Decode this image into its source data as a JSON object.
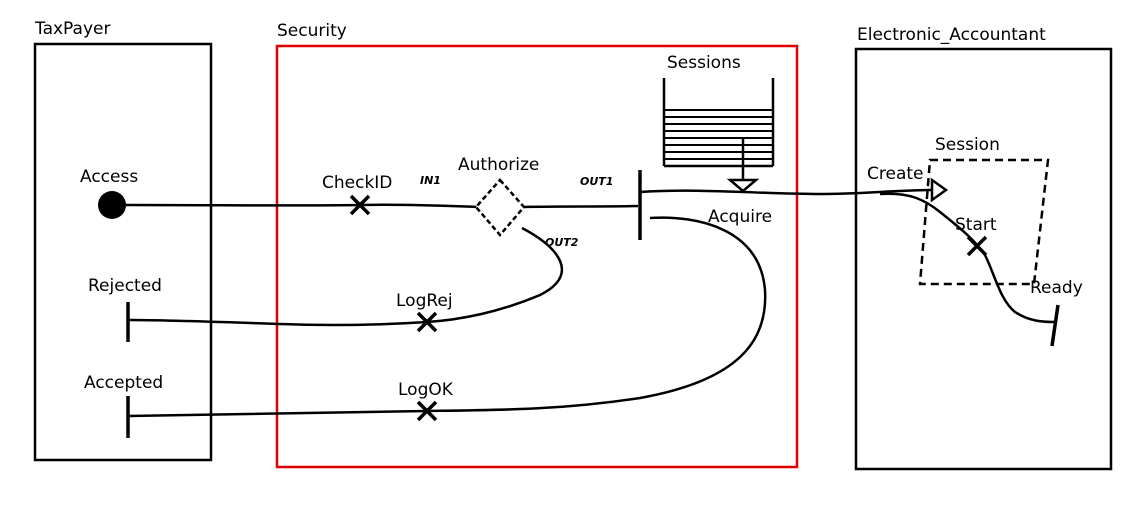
{
  "components": {
    "taxpayer": {
      "label": "TaxPayer"
    },
    "security": {
      "label": "Security",
      "color": "#e00000"
    },
    "electronic_accountant": {
      "label": "Electronic_Accountant"
    }
  },
  "taxpayer_points": {
    "access": "Access",
    "rejected": "Rejected",
    "accepted": "Accepted"
  },
  "security_elements": {
    "check_id": "CheckID",
    "authorize": "Authorize",
    "in1": "IN1",
    "out1": "OUT1",
    "out2": "OUT2",
    "log_rej": "LogRej",
    "log_ok": "LogOK",
    "sessions": "Sessions",
    "acquire": "Acquire"
  },
  "accountant_elements": {
    "session": "Session",
    "create": "Create",
    "start": "Start",
    "ready": "Ready"
  }
}
